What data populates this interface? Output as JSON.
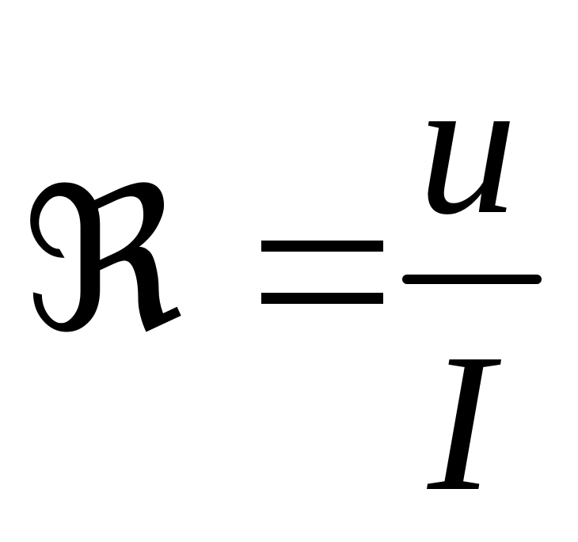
{
  "formula": {
    "lhs": "ℜ",
    "operator": "=",
    "numerator": "u",
    "denominator": "I"
  }
}
